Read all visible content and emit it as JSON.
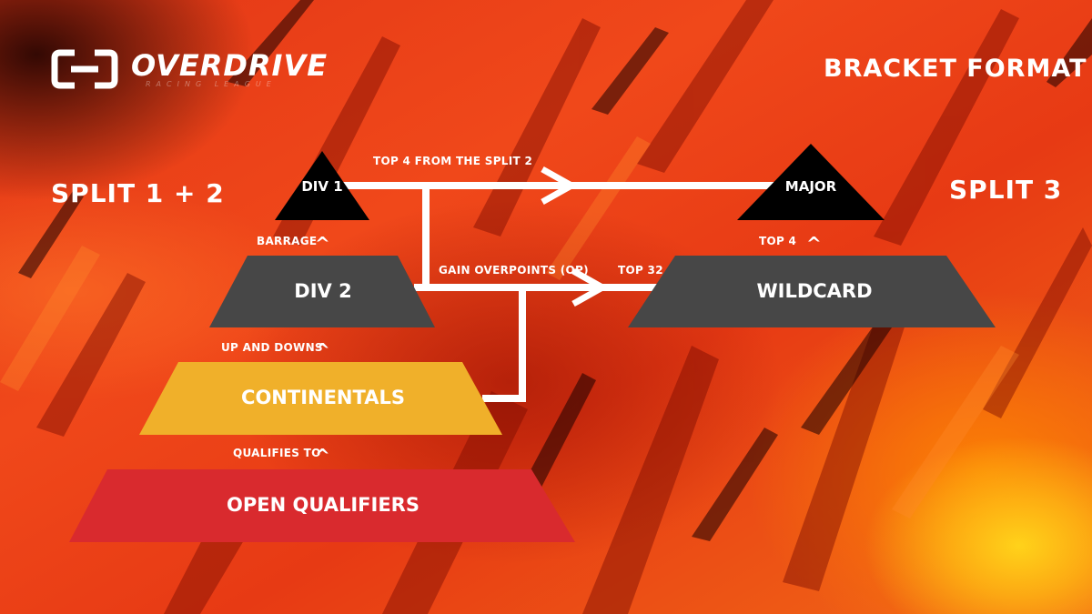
{
  "logo": {
    "name": "OVERDRIVE",
    "subtitle": "RACING LEAGUE"
  },
  "heading": {
    "title": "BRACKET FORMAT",
    "left_group": "SPLIT 1 + 2",
    "right_group": "SPLIT 3"
  },
  "tiers": {
    "div1": "DIV 1",
    "div2": "DIV 2",
    "continentals": "CONTINENTALS",
    "open_qualifiers": "OPEN QUALIFIERS",
    "major": "MAJOR",
    "wildcard": "WILDCARD"
  },
  "connectors": {
    "barrage": "BARRAGE",
    "up_and_downs": "UP AND DOWNS",
    "qualifies_to": "QUALIFIES TO",
    "top4_from_split2": "TOP 4 FROM THE SPLIT 2",
    "gain_overpoints": "GAIN OVERPOINTS (OP)",
    "top32": "TOP 32",
    "top4": "TOP 4",
    "caret": "^"
  },
  "colors": {
    "background": "#e8401a",
    "div1": "#000000",
    "major": "#000000",
    "div2": "#474747",
    "wildcard": "#474747",
    "continentals": "#f0b02a",
    "open_qualifiers": "#d92a2e",
    "lines": "#ffffff"
  }
}
